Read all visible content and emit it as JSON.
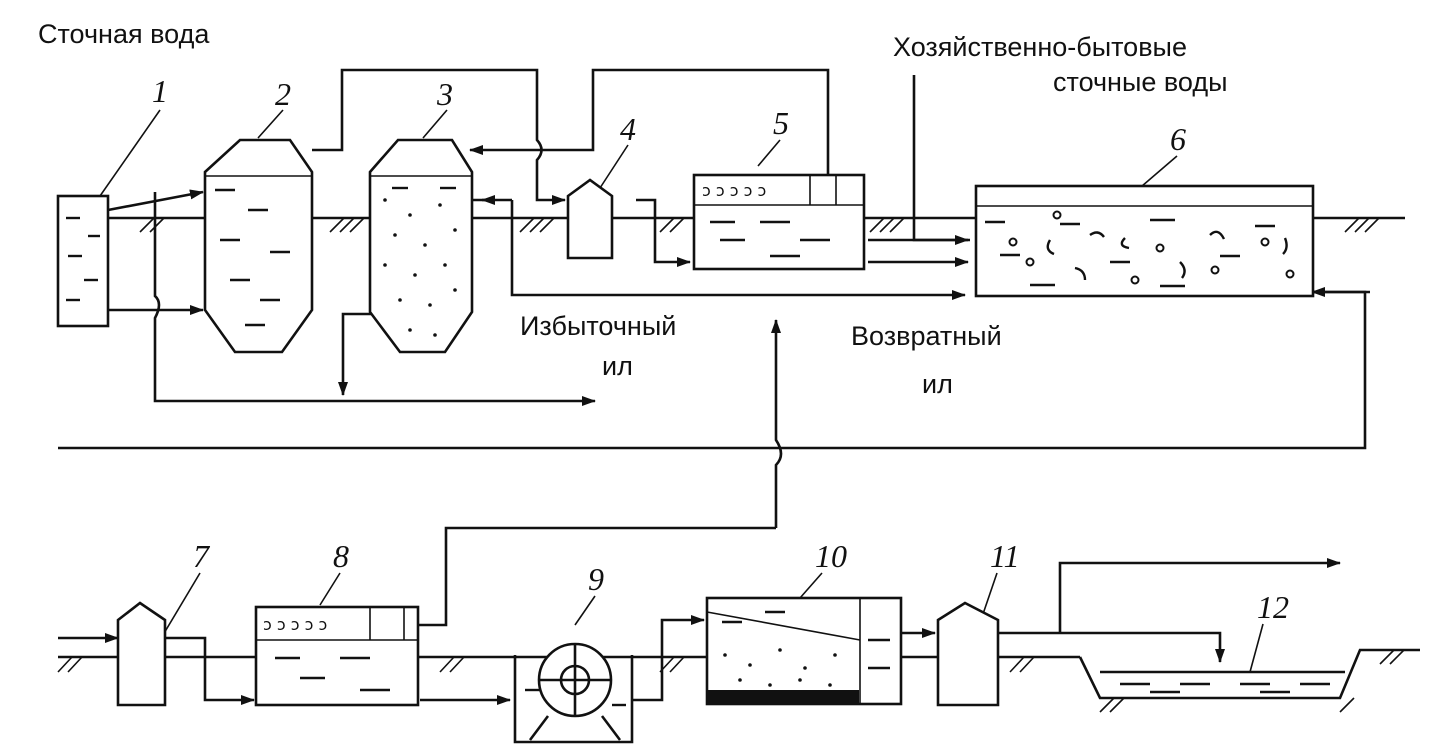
{
  "labels": {
    "wastewater": "Сточная вода",
    "domestic_line1": "Хозяйственно-бытовые",
    "domestic_line2": "сточные воды",
    "excess_sludge_line1": "Избыточный",
    "excess_sludge_line2": "ил",
    "return_sludge_line1": "Возвратный",
    "return_sludge_line2": "ил"
  },
  "numbers": [
    "1",
    "2",
    "3",
    "4",
    "5",
    "6",
    "7",
    "8",
    "9",
    "10",
    "11",
    "12"
  ]
}
